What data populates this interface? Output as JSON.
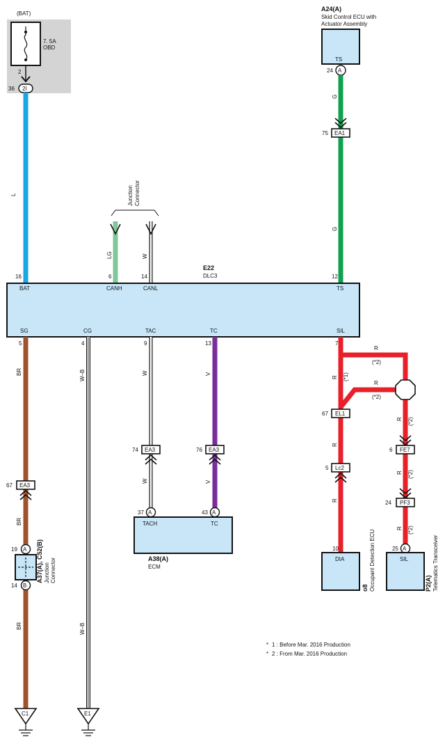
{
  "colors": {
    "L": "#1aa7e6",
    "LG": "#7fc89a",
    "G": "#10a050",
    "BR": "#a0522d",
    "V": "#7a2d9c",
    "R": "#e8202a",
    "W": "#ffffff",
    "box_fill": "#c8e6f8",
    "fuse_bg": "#d4d4d4"
  },
  "fuse": {
    "source": "(BAT)",
    "rating": "7. 5A",
    "name": "OBD",
    "pin_top": "2",
    "pin_left": "36",
    "connector": "2I"
  },
  "skid_ecu": {
    "code": "A24(A)",
    "name_line1": "Skid Control ECU with",
    "name_line2": "Actuator Assembly",
    "terminal": "TS",
    "pin": "24",
    "conn": "A"
  },
  "junction_top": {
    "label_line1": "Junction",
    "label_line2": "Connector"
  },
  "dlc3": {
    "code": "E22",
    "name": "DLC3",
    "top_pins": [
      {
        "num": "16",
        "name": "BAT"
      },
      {
        "num": "6",
        "name": "CANH"
      },
      {
        "num": "14",
        "name": "CANL"
      },
      {
        "num": "12",
        "name": "TS"
      }
    ],
    "bottom_pins": [
      {
        "num": "5",
        "name": "SG"
      },
      {
        "num": "4",
        "name": "CG"
      },
      {
        "num": "9",
        "name": "TAC"
      },
      {
        "num": "13",
        "name": "TC"
      },
      {
        "num": "7",
        "name": "SIL"
      }
    ]
  },
  "wire_labels": {
    "bat": "L",
    "canh": "LG",
    "canl": "W",
    "ts_upper": "G",
    "ts_lower": "G",
    "sg_upper": "BR",
    "sg_mid": "BR",
    "sg_lower": "BR",
    "cg_upper": "W–B",
    "cg_lower": "W–B",
    "tac_upper": "W",
    "tac_lower": "W",
    "tc_upper": "V",
    "tc_lower": "V",
    "sil_r1": "R",
    "sil_r2": "R",
    "sil_r3": "R",
    "sil_mark1": "(*1)",
    "branch_r1": "R",
    "branch_r1_mark": "(*2)",
    "branch_r2": "R",
    "branch_r2_mark": "(*2)",
    "tel_r1": "R",
    "tel_r1_mark": "(*2)",
    "tel_r2": "R",
    "tel_r2_mark": "(*2)",
    "tel_r3": "R",
    "tel_r3_mark": "(*2)"
  },
  "inline_connectors": {
    "ea1": {
      "name": "EA1",
      "pin": "75"
    },
    "ea3_sg": {
      "name": "EA3",
      "pin": "67"
    },
    "ea3_tac": {
      "name": "EA3",
      "pin": "74"
    },
    "ea3_tc": {
      "name": "EA3",
      "pin": "76"
    },
    "el1": {
      "name": "EL1",
      "pin": "67"
    },
    "lc2": {
      "name": "Lc2",
      "pin": "5"
    },
    "fe7": {
      "name": "FE7",
      "pin": "6"
    },
    "pf3": {
      "name": "PF3",
      "pin": "24"
    }
  },
  "junction_conn": {
    "code": "A37(A), C52(B)",
    "label_line1": "Junction",
    "label_line2": "Connector",
    "pin_a": "19",
    "conn_a": "A",
    "pin_b": "14",
    "conn_b": "B"
  },
  "ecm": {
    "code": "A38(A)",
    "name": "ECM",
    "pins": [
      {
        "num": "37",
        "conn": "A",
        "name": "TACH"
      },
      {
        "num": "43",
        "conn": "A",
        "name": "TC"
      }
    ]
  },
  "occupant_ecu": {
    "code": "o8",
    "name": "Occupant Detection ECU",
    "terminal": "DIA",
    "pin": "10"
  },
  "telematics": {
    "code": "P2(A)",
    "name": "Telematics Transceiver",
    "terminal": "SIL",
    "pin": "25",
    "conn": "A"
  },
  "grounds": {
    "c1": "C1",
    "e1": "E1"
  },
  "notes": [
    {
      "mark": "*",
      "text": "1 : Before Mar.  2016 Production"
    },
    {
      "mark": "*",
      "text": "2 : From Mar.  2016 Production"
    }
  ]
}
